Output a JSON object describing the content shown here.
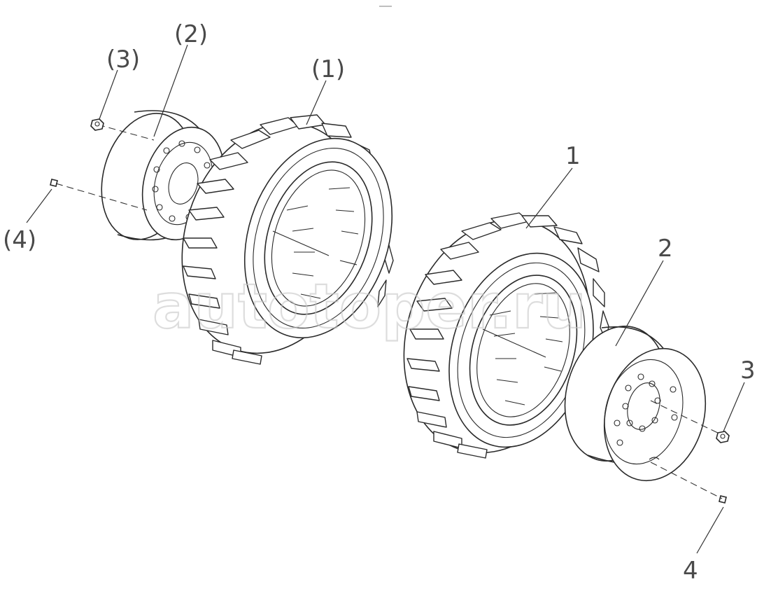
{
  "callouts": {
    "left_1": "(1)",
    "left_2": "(2)",
    "left_3": "(3)",
    "left_4": "(4)",
    "right_1": "1",
    "right_2": "2",
    "right_3": "3",
    "right_4": "4"
  },
  "watermark": "autotoper.ru"
}
